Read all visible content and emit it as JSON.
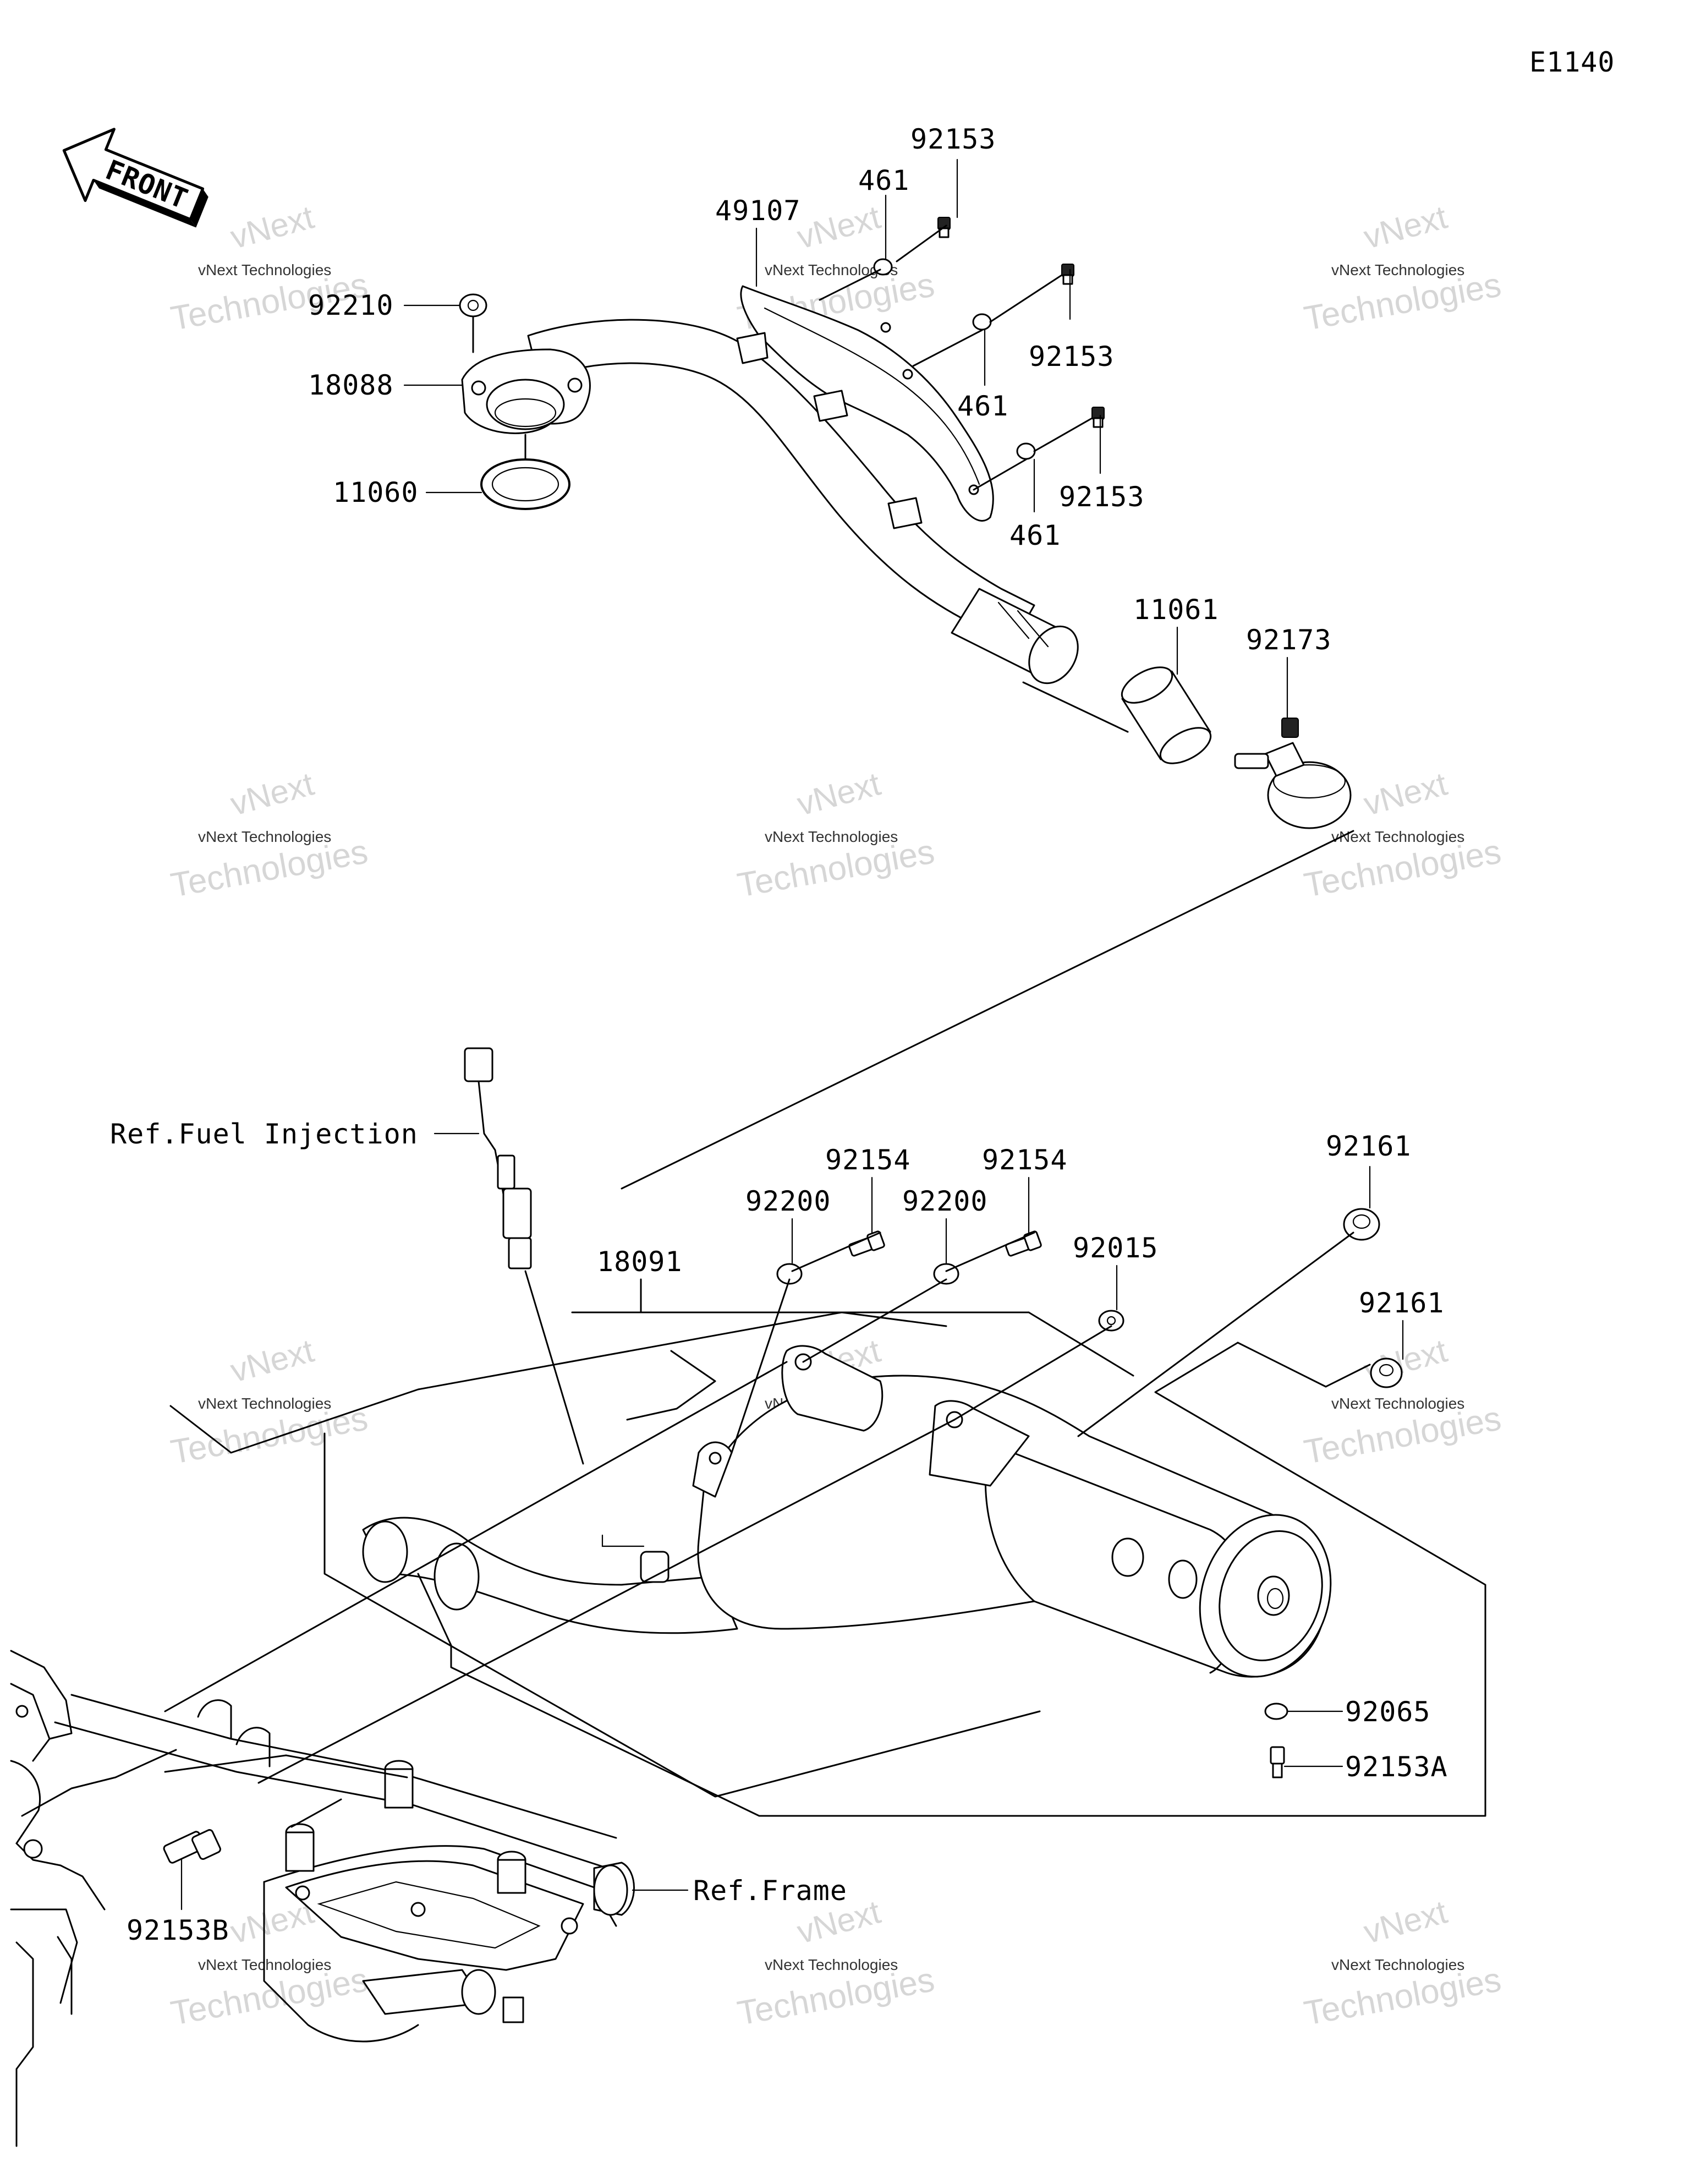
{
  "diagram_code": "E1140",
  "front_arrow_label": "FRONT",
  "watermark": {
    "line1": "vNext",
    "line2": "vNext Technologies",
    "line3": "Technologies"
  },
  "labels": {
    "p92153_top": "92153",
    "p461_top": "461",
    "p49107": "49107",
    "p92153_mid": "92153",
    "p461_mid": "461",
    "p92153_low": "92153",
    "p461_low": "461",
    "p92210": "92210",
    "p18088": "18088",
    "p11060": "11060",
    "p11061": "11061",
    "p92173": "92173",
    "ref_fuel": "Ref.Fuel Injection",
    "p92154_a": "92154",
    "p92154_b": "92154",
    "p92200_a": "92200",
    "p92200_b": "92200",
    "p92161_a": "92161",
    "p92161_b": "92161",
    "p18091": "18091",
    "p92015": "92015",
    "p92065": "92065",
    "p92153A": "92153A",
    "ref_frame": "Ref.Frame",
    "p92153B": "92153B"
  }
}
